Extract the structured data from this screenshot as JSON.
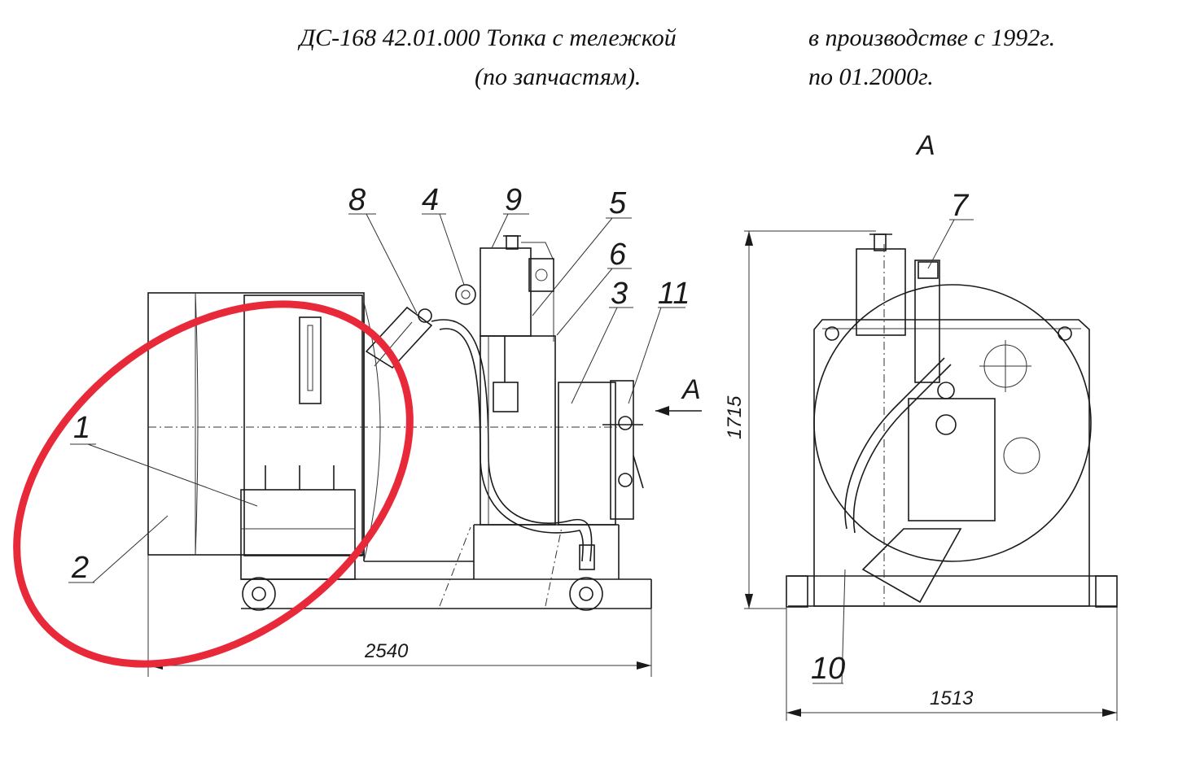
{
  "header": {
    "title_line1": "ДС-168 42.01.000 Топка с тележкой",
    "title_line2": "(по запчастям).",
    "production_line1": "в производстве с 1992г.",
    "production_line2": "по 01.2000г."
  },
  "view_label": "А",
  "arrow_label": "А",
  "callouts": [
    "1",
    "2",
    "3",
    "4",
    "5",
    "6",
    "7",
    "8",
    "9",
    "10",
    "11"
  ],
  "dimensions": {
    "length": "2540",
    "height": "1715",
    "width": "1513"
  },
  "colors": {
    "ink": "#1a1a1a",
    "highlight": "#e8293a"
  }
}
